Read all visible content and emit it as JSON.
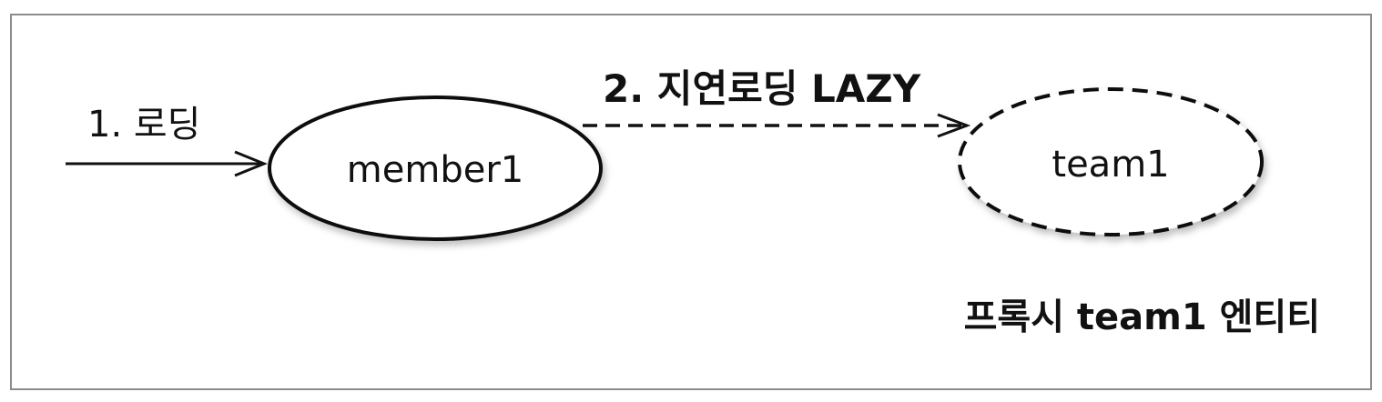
{
  "diagram": {
    "step1_label": "1. 로딩",
    "step2_label": "2. 지연로딩 LAZY",
    "member_node": "member1",
    "team_node": "team1",
    "proxy_caption": "프록시 team1 엔티티"
  },
  "colors": {
    "background": "#ffffff",
    "frame_border": "#8c8c8c",
    "stroke": "#111111"
  }
}
